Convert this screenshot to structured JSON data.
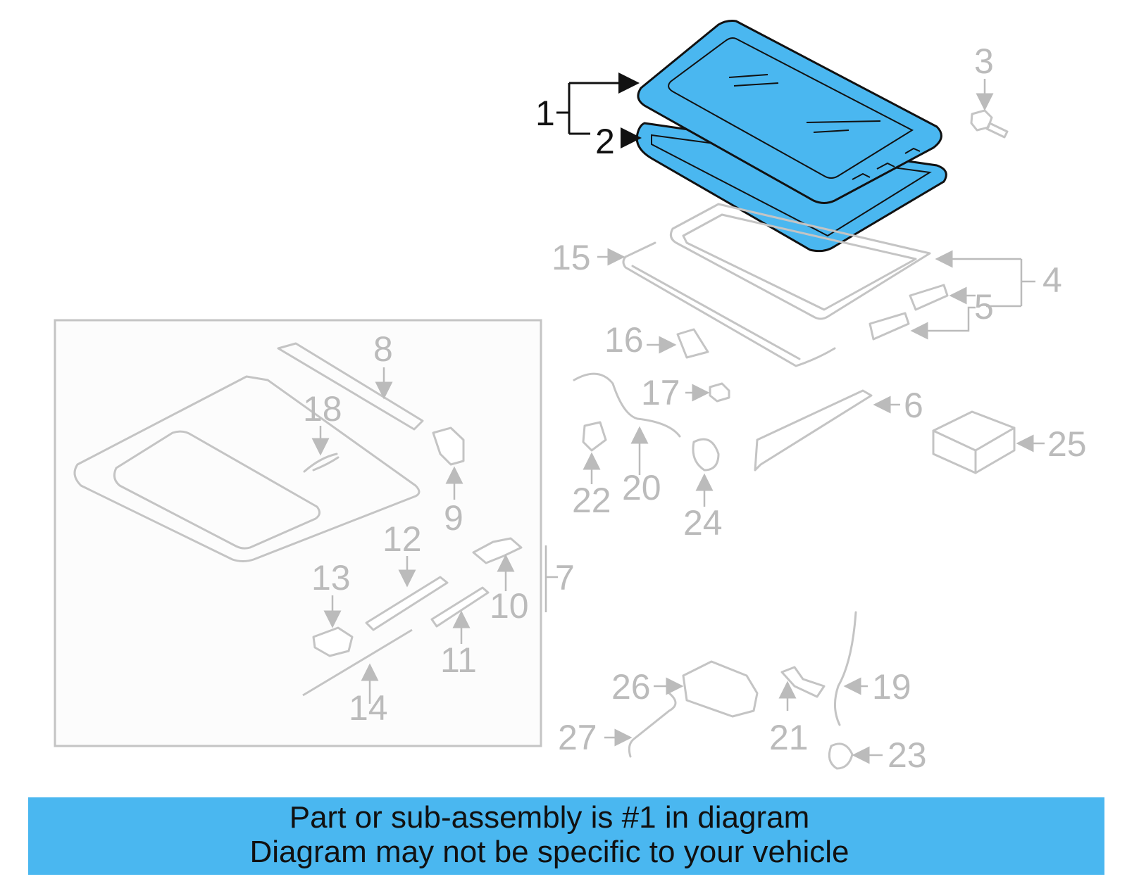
{
  "diagram": {
    "callouts": {
      "c1": "1",
      "c2": "2",
      "c3": "3",
      "c4": "4",
      "c5": "5",
      "c6": "6",
      "c7": "7",
      "c8": "8",
      "c9": "9",
      "c10": "10",
      "c11": "11",
      "c12": "12",
      "c13": "13",
      "c14": "14",
      "c15": "15",
      "c16": "16",
      "c17": "17",
      "c18": "18",
      "c19": "19",
      "c20": "20",
      "c21": "21",
      "c22": "22",
      "c23": "23",
      "c24": "24",
      "c25": "25",
      "c26": "26",
      "c27": "27"
    },
    "colors": {
      "highlight": "#4ab7f0",
      "part_outline": "#c4c4c4",
      "label_gray": "#bbbbbb",
      "label_dark": "#111111"
    }
  },
  "banner": {
    "line1": "Part or sub-assembly is #1 in diagram",
    "line2": "Diagram may not be specific to your vehicle"
  }
}
